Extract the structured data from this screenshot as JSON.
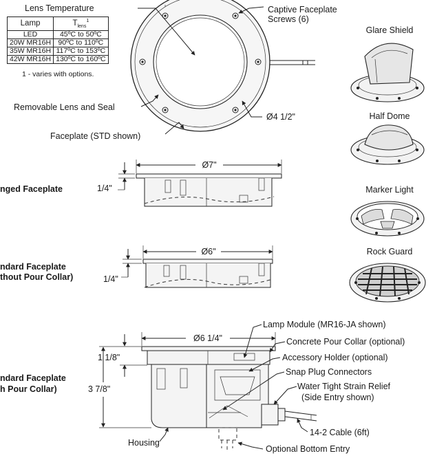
{
  "callouts": {
    "lens_temperature": "Lens Temperature",
    "captive_screws": [
      "Captive Faceplate",
      "Screws (6)"
    ],
    "removable_lens": "Removable Lens and Seal",
    "diameter_lens": "Ø4 1/2\"",
    "faceplate": "Faceplate (STD shown)",
    "lamp_module": "Lamp Module (MR16-JA shown)",
    "pour_collar": "Concrete Pour Collar (optional)",
    "accessory_holder": "Accessory Holder (optional)",
    "snap_plug": "Snap Plug Connectors",
    "strain_relief": [
      "Water Tight Strain Relief",
      "(Side Entry shown)"
    ],
    "cable": "14-2 Cable (6ft)",
    "housing": "Housing",
    "bottom_entry": "Optional Bottom Entry"
  },
  "lens_table": {
    "headers": [
      "Lamp",
      "T",
      "lens",
      "1"
    ],
    "rows": [
      [
        "LED",
        "45ºC to 50ºC"
      ],
      [
        "20W MR16H",
        "90ºC to 110ºC"
      ],
      [
        "35W MR16H",
        "117ºC to 153ºC"
      ],
      [
        "42W MR16H",
        "130ºC to 160ºC"
      ]
    ],
    "note": "1 - varies with options."
  },
  "sections": {
    "flanged": {
      "label": "nged Faceplate",
      "diameter": "Ø7\"",
      "height": "1/4\""
    },
    "standard": {
      "label": [
        "ndard Faceplate",
        "thout Pour Collar)"
      ],
      "diameter": "Ø6\"",
      "height": "1/4\""
    },
    "standard_collar": {
      "label": [
        "ndard Faceplate",
        "h Pour Collar)"
      ],
      "diameter": "Ø6 1/4\"",
      "collar_height": "1 1/8\"",
      "total_height": "3 7/8\""
    }
  },
  "accessories": [
    "Glare Shield",
    "Half Dome",
    "Marker Light",
    "Rock Guard"
  ]
}
